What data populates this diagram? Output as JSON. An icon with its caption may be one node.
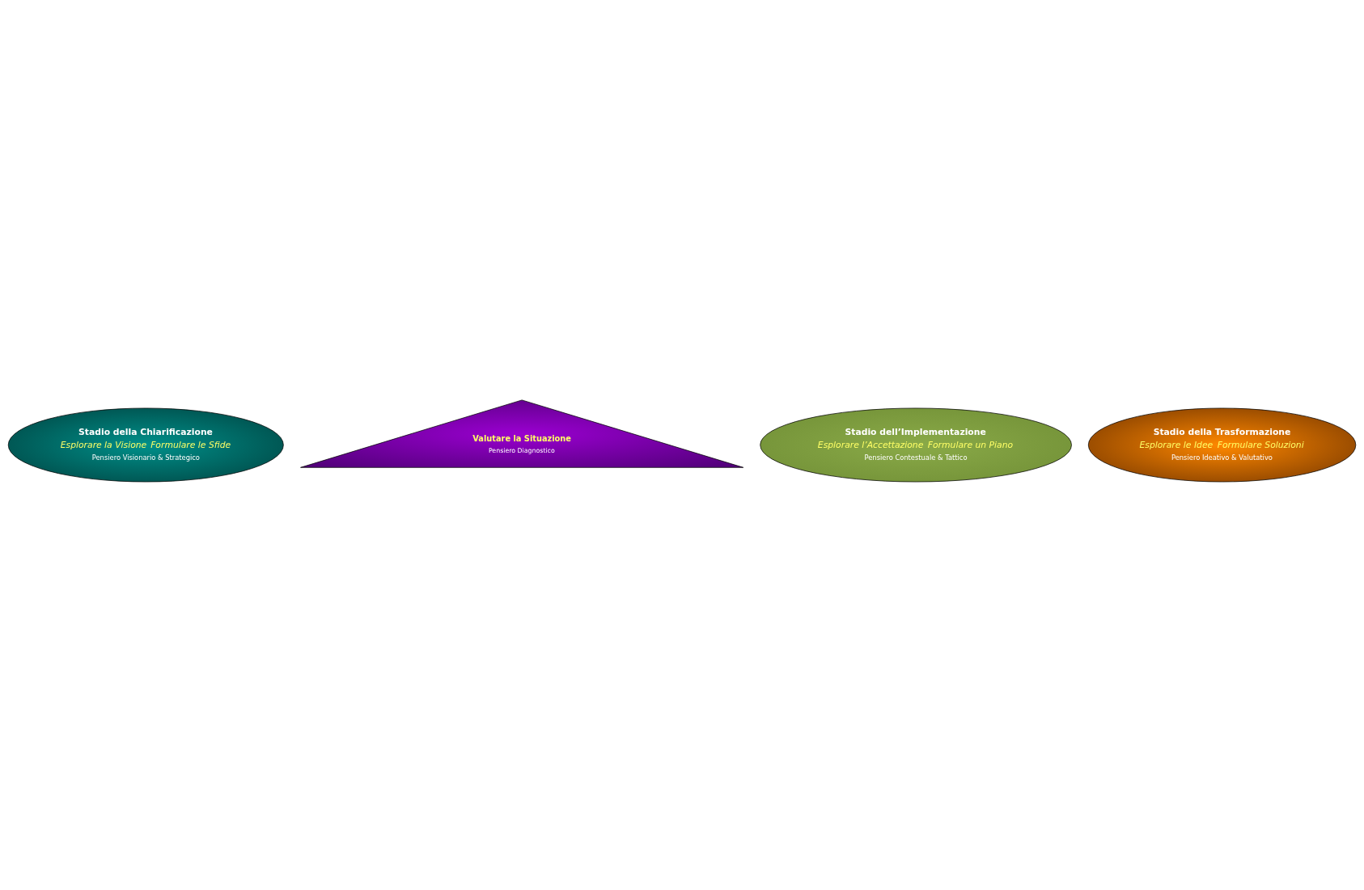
{
  "diagram": {
    "nodes": [
      {
        "text": [
          "Stadio della Chiarificazione",
          "Esplorare la Visione",
          "Formulare le Sfide",
          "Pensiero Visionario & Strategico"
        ]
      },
      {
        "text": [
          "Valutare la Situazione",
          "Pensiero Diagnostico"
        ]
      },
      {
        "text": [
          "Stadio dell’Implementazione",
          "Esplorare l’Accettazione",
          "Formulare un Piano",
          "Pensiero Contestuale & Tattico"
        ]
      },
      {
        "text": [
          "Stadio della Trasformazione",
          "Esplorare le Idee",
          "Formulare Soluzioni",
          "Pensiero Ideativo & Valutativo"
        ]
      }
    ],
    "edges": []
  }
}
